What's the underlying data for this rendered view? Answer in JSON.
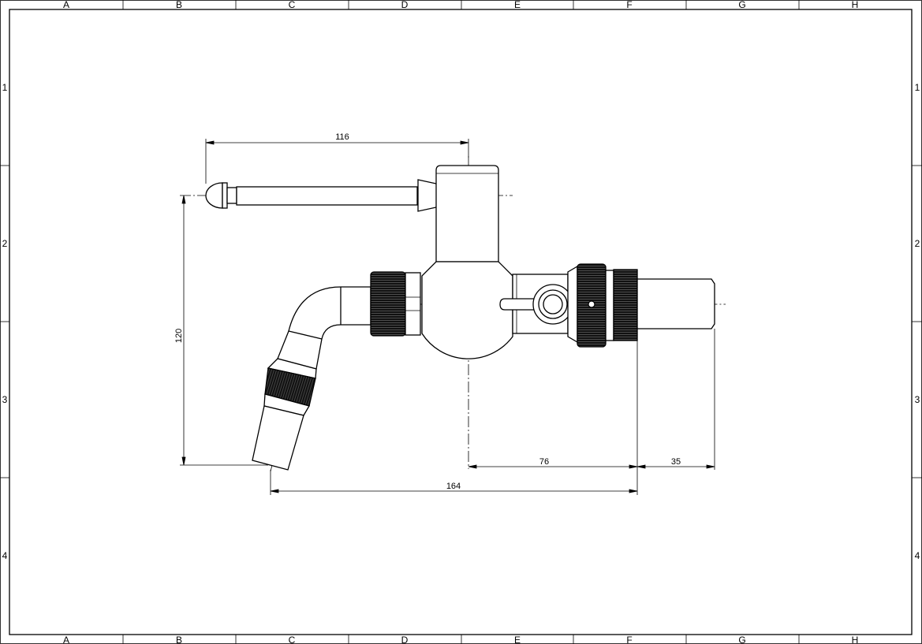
{
  "sheet": {
    "columns": [
      "A",
      "B",
      "C",
      "D",
      "E",
      "F",
      "G",
      "H"
    ],
    "rows": [
      "1",
      "2",
      "3",
      "4"
    ]
  },
  "dimensions": {
    "handle_length": "116",
    "height": "120",
    "center_to_flange": "76",
    "shank_length": "35",
    "overall_length": "164"
  },
  "colors": {
    "line": "#000000",
    "background": "#ffffff"
  }
}
